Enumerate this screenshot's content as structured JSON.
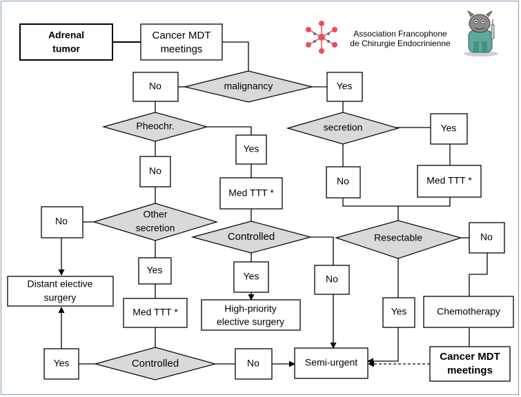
{
  "nodes": {
    "adrenal_tumor": [
      "Adrenal",
      "tumor"
    ],
    "mdt_top": [
      "Cancer MDT",
      "meetings"
    ],
    "malignancy": "malignancy",
    "malignancy_no": "No",
    "malignancy_yes": "Yes",
    "pheochr": "Pheochr.",
    "pheochr_no": "No",
    "pheochr_yes": "Yes",
    "pheochr_med": "Med TTT *",
    "controlled_mid": "Controlled",
    "controlled_mid_yes": "Yes",
    "controlled_mid_no": "No",
    "high_priority": [
      "High-priority",
      "elective surgery"
    ],
    "other_secretion": [
      "Other",
      "secretion"
    ],
    "other_no": "No",
    "other_yes": "Yes",
    "other_med": "Med TTT *",
    "distant": [
      "Distant elective",
      "surgery"
    ],
    "controlled_bottom": "Controlled",
    "controlled_bottom_yes": "Yes",
    "controlled_bottom_no": "No",
    "secretion": "secretion",
    "secretion_yes": "Yes",
    "secretion_no": "No",
    "secretion_med": "Med TTT *",
    "resectable": "Resectable",
    "resectable_no": "No",
    "resectable_yes": "Yes",
    "chemotherapy": "Chemotherapy",
    "mdt_bottom": [
      "Cancer MDT",
      "meetings"
    ],
    "semi_urgent": "Semi-urgent"
  },
  "logo": {
    "line1": "Association Francophone",
    "line2": "de Chirurgie Endocrinienne"
  },
  "colors": {
    "diamond_fill": "#d9d9d9",
    "distant_fill": "#ccffcc",
    "high_priority_fill": "#ffff00",
    "semi_urgent_fill": "#ff6600",
    "logo_dots": "#e8505b"
  }
}
